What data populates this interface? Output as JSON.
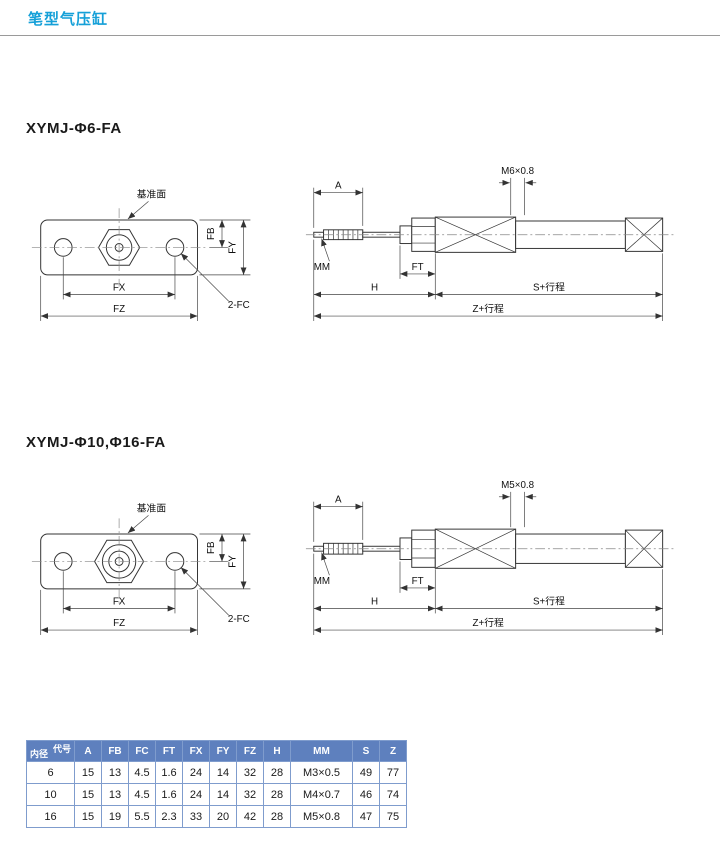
{
  "page": {
    "title": "笔型气压缸"
  },
  "colors": {
    "title_accent": "#15a0d8",
    "table_header_bg": "#5e80be",
    "table_border": "#7f9ccd",
    "line_color": "#333333"
  },
  "sections": [
    {
      "heading": "XYMJ-Φ6-FA",
      "front": {
        "datum": "基准面",
        "fb": "FB",
        "fy": "FY",
        "fx": "FX",
        "fz": "FZ",
        "holes": "2-FC"
      },
      "side": {
        "a": "A",
        "thread": "M6×0.8",
        "mm": "MM",
        "ft": "FT",
        "h": "H",
        "s": "S+行程",
        "z": "Z+行程"
      }
    },
    {
      "heading": "XYMJ-Φ10,Φ16-FA",
      "front": {
        "datum": "基准面",
        "fb": "FB",
        "fy": "FY",
        "fx": "FX",
        "fz": "FZ",
        "holes": "2-FC"
      },
      "side": {
        "a": "A",
        "thread": "M5×0.8",
        "mm": "MM",
        "ft": "FT",
        "h": "H",
        "s": "S+行程",
        "z": "Z+行程"
      }
    }
  ],
  "table": {
    "corner_top": "代号",
    "corner_bottom": "内径",
    "columns": [
      "A",
      "FB",
      "FC",
      "FT",
      "FX",
      "FY",
      "FZ",
      "H",
      "MM",
      "S",
      "Z"
    ],
    "rows": [
      {
        "code": "6",
        "values": [
          "15",
          "13",
          "4.5",
          "1.6",
          "24",
          "14",
          "32",
          "28",
          "M3×0.5",
          "49",
          "77"
        ]
      },
      {
        "code": "10",
        "values": [
          "15",
          "13",
          "4.5",
          "1.6",
          "24",
          "14",
          "32",
          "28",
          "M4×0.7",
          "46",
          "74"
        ]
      },
      {
        "code": "16",
        "values": [
          "15",
          "19",
          "5.5",
          "2.3",
          "33",
          "20",
          "42",
          "28",
          "M5×0.8",
          "47",
          "75"
        ]
      }
    ]
  }
}
